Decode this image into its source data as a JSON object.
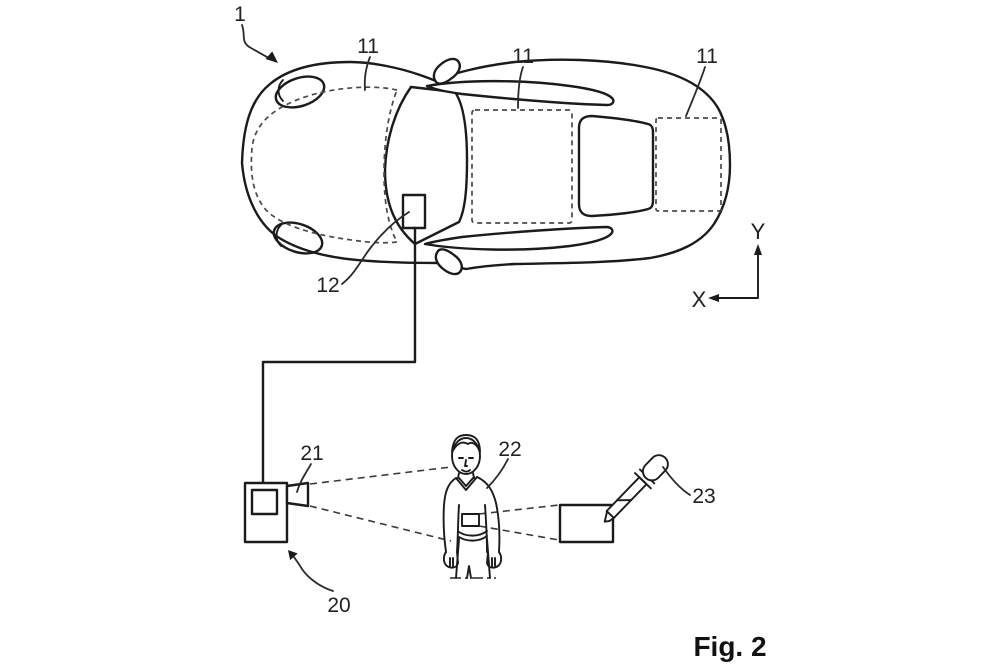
{
  "figure": {
    "caption": "Fig. 2",
    "type": "patent-line-drawing",
    "description": "Top view of a vehicle with antenna zones connected by wire to a measuring device aimed at a person carrying a portable device, with a mechanical key and target box"
  },
  "axes": {
    "x_label": "X",
    "y_label": "Y"
  },
  "reference_labels": {
    "vehicle": "1",
    "antenna_zone_front": "11",
    "antenna_zone_roof": "11",
    "antenna_zone_rear": "11",
    "control_unit": "12",
    "measuring_device": "20",
    "sensor": "21",
    "person": "22",
    "vehicle_key": "23"
  },
  "colors": {
    "background": "#ffffff",
    "solid_line": "#1b1b1b",
    "dashed_line": "#4a4a4a",
    "text": "#222222"
  }
}
